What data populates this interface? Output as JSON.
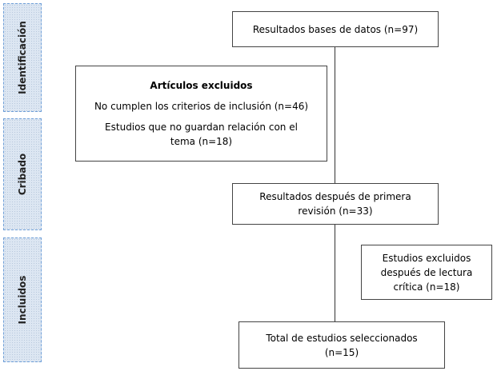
{
  "phases": [
    "Identificación",
    "Cribado",
    "Incluidos"
  ],
  "boxes": {
    "database_results": "Resultados bases de datos (n=97)",
    "excluded_title": "Artículos excluidos",
    "excluded_criteria": "No cumplen los criterios de inclusión (n=46)",
    "excluded_unrelated": "Estudios que no guardan relación con el tema (n=18)",
    "first_review": "Resultados después de primera revisión (n=33)",
    "excluded_critical": "Estudios excluidos después de lectura crítica (n=18)",
    "total_selected": "Total de estudios seleccionados (n=15)"
  }
}
